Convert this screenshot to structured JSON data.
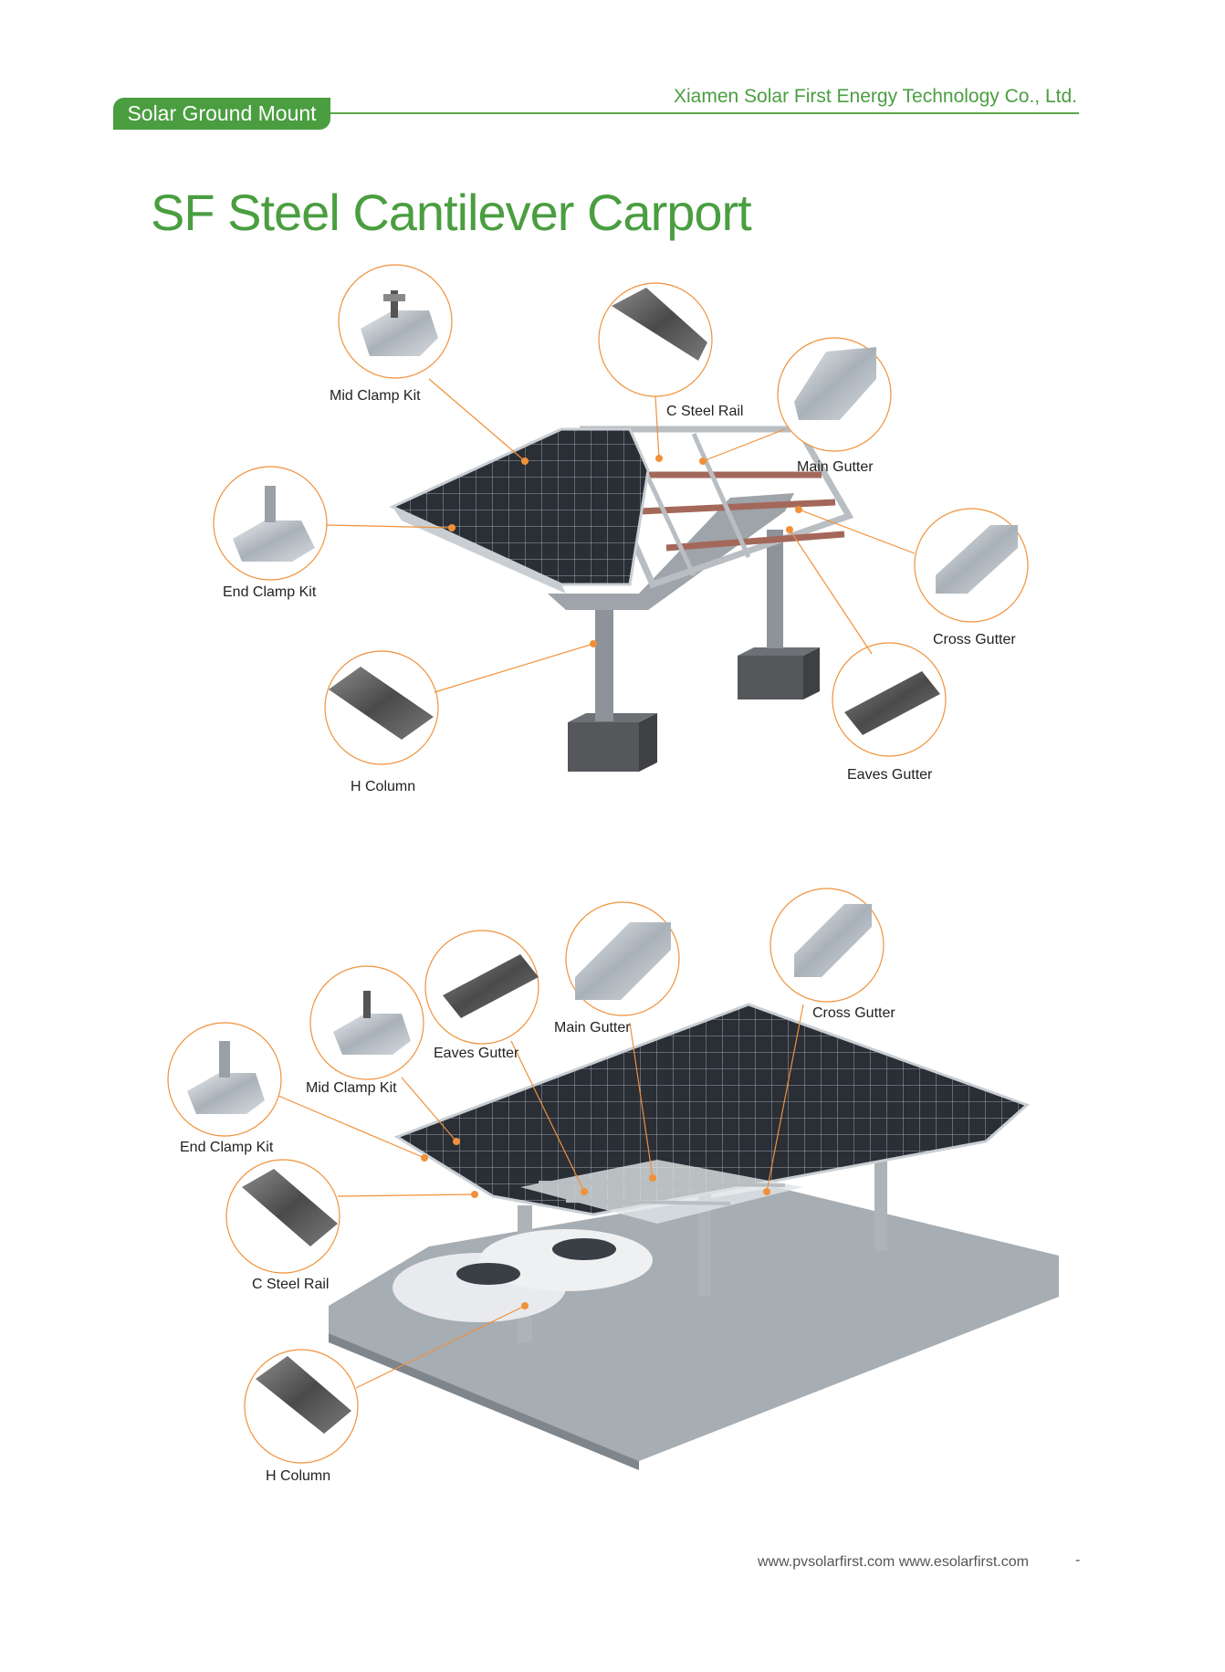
{
  "header": {
    "tag": "Solar Ground Mount",
    "company": "Xiamen Solar First Energy Technology Co., Ltd."
  },
  "title": "SF Steel Cantilever Carport",
  "diagram1": {
    "labels": {
      "mid_clamp_kit": "Mid Clamp Kit",
      "c_steel_rail": "C Steel Rail",
      "main_gutter": "Main Gutter",
      "end_clamp_kit": "End Clamp Kit",
      "cross_gutter": "Cross Gutter",
      "h_column": "H Column",
      "eaves_gutter": "Eaves Gutter"
    }
  },
  "diagram2": {
    "labels": {
      "eaves_gutter": "Eaves Gutter",
      "main_gutter": "Main Gutter",
      "cross_gutter": "Cross Gutter",
      "mid_clamp_kit": "Mid Clamp Kit",
      "end_clamp_kit": "End Clamp Kit",
      "c_steel_rail": "C Steel Rail",
      "h_column": "H Column"
    }
  },
  "footer": {
    "urls": "www.pvsolarfirst.com  www.esolarfirst.com",
    "dash": "-"
  },
  "colors": {
    "brand_green": "#4a9e40",
    "leader_orange": "#f0913a"
  }
}
